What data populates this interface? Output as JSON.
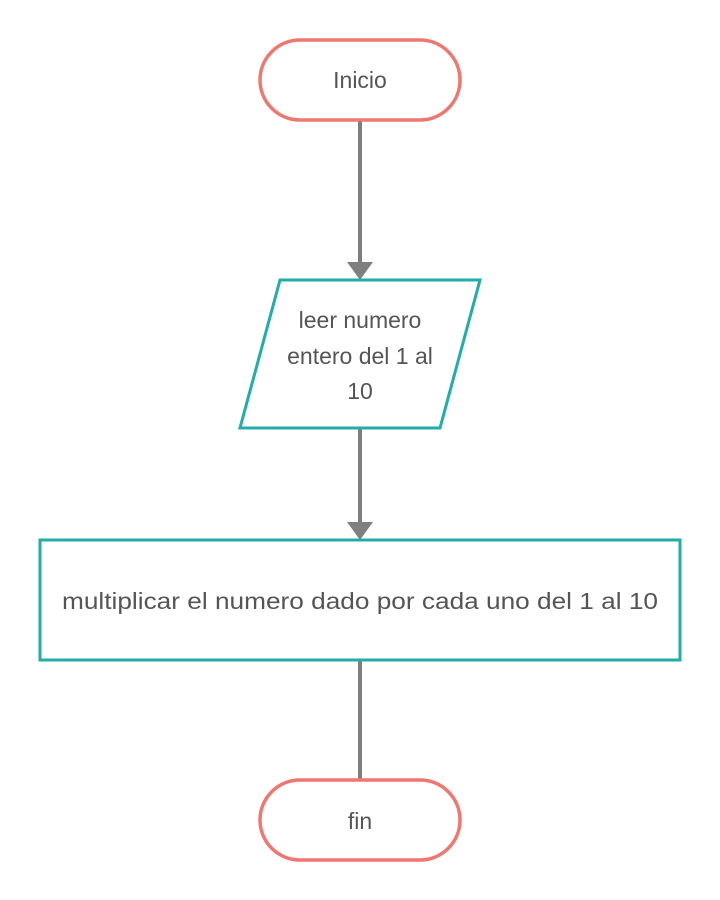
{
  "colors": {
    "terminator_stroke": "#ef7770",
    "process_stroke": "#22ada8",
    "connector": "#7f7f7f",
    "text": "#555555",
    "background": "#ffffff"
  },
  "nodes": {
    "start": {
      "shape": "terminator",
      "label": "Inicio"
    },
    "input": {
      "shape": "parallelogram",
      "lines": [
        "leer numero",
        "entero del 1 al",
        "10"
      ]
    },
    "process": {
      "shape": "rectangle",
      "label": "multiplicar el numero dado por cada uno del 1 al 10"
    },
    "end": {
      "shape": "terminator",
      "label": "fin"
    }
  },
  "connectors": [
    {
      "from": "start",
      "to": "input",
      "arrow": true
    },
    {
      "from": "input",
      "to": "process",
      "arrow": true
    },
    {
      "from": "process",
      "to": "end",
      "arrow": false
    }
  ]
}
